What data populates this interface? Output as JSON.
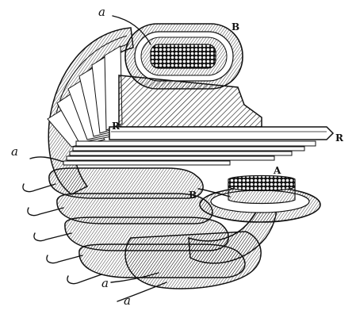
{
  "figure": {
    "labels": {
      "a_top": "a",
      "a_left": "a",
      "a_bottom_1": "a",
      "a_bottom_2": "a",
      "B_top": "B",
      "B_right": "B",
      "R_left": "R",
      "R_right": "R",
      "A": "A"
    },
    "colors": {
      "ink": "#111111",
      "paper": "#ffffff"
    }
  }
}
